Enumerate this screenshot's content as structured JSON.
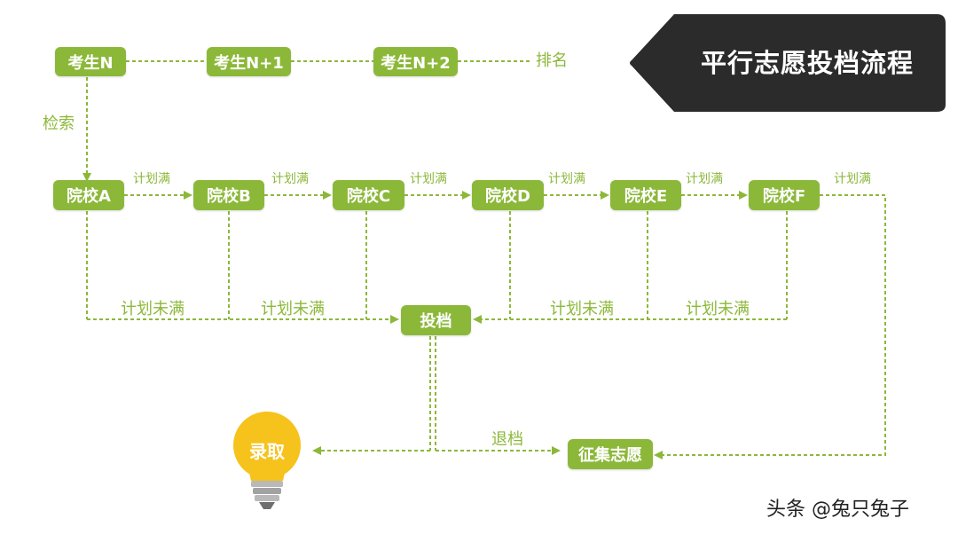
{
  "colors": {
    "green": "#8cb83a",
    "banner": "#2b2b2b",
    "bulb": "#f6c21c"
  },
  "title": "平行志愿投档流程",
  "students": [
    "考生N",
    "考生N+1",
    "考生N+2"
  ],
  "ranking_label": "排名",
  "search_label": "检索",
  "schools": [
    "院校A",
    "院校B",
    "院校C",
    "院校D",
    "院校E",
    "院校F"
  ],
  "plan_full_label": "计划满",
  "plan_not_full_label": "计划未满",
  "filing_node": "投档",
  "admission_label": "录取",
  "withdraw_label": "退档",
  "supplementary_node": "征集志愿",
  "watermark": "头条 @兔只兔子"
}
